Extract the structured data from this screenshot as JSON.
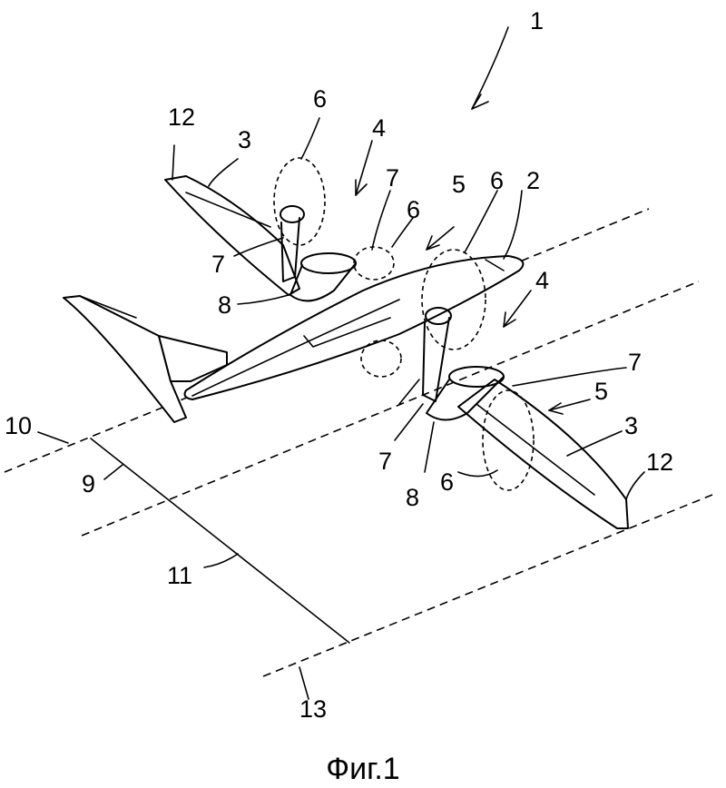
{
  "caption": "Фиг.1",
  "labels": {
    "l1": "1",
    "l2": "2",
    "l3a": "3",
    "l3b": "3",
    "l4a": "4",
    "l4b": "4",
    "l5a": "5",
    "l5b": "5",
    "l6a": "6",
    "l6b": "6",
    "l6c": "6",
    "l6d": "6",
    "l7a": "7",
    "l7b": "7",
    "l7c": "7",
    "l7d": "7",
    "l8a": "8",
    "l8b": "8",
    "l9": "9",
    "l10": "10",
    "l11": "11",
    "l12a": "12",
    "l12b": "12",
    "l13": "13"
  }
}
